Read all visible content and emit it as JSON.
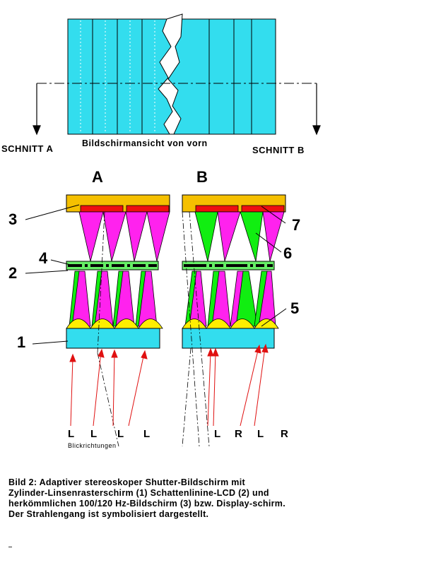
{
  "screen_view_label": "Bildschirmansicht von vorn",
  "section_a_label": "SCHNITT  A",
  "section_b_label": "SCHNITT  B",
  "panel_a_label": "A",
  "panel_b_label": "B",
  "part_numbers": {
    "n1": "1",
    "n2": "2",
    "n3": "3",
    "n4": "4",
    "n5": "5",
    "n6": "6",
    "n7": "7"
  },
  "view_directions_a": [
    "L",
    "L",
    "L",
    "L"
  ],
  "view_directions_b": [
    "L",
    "R",
    "L",
    "R"
  ],
  "view_directions_caption": "Blickrichtungen",
  "caption_lines": [
    "Bild 2: Adaptiver stereoskoper Shutter-Bildschirm mit",
    "Zylinder-Linsenrasterschirm (1) Schattenlinine-LCD (2) und",
    "herkömmlichen 100/120 Hz-Bildschirm (3) bzw. Display-schirm.",
    "Der Strahlengang ist symbolisiert dargestellt."
  ],
  "colors": {
    "screen": "#33ddee",
    "display": "#f5c000",
    "pixel": "#ee1010",
    "magenta": "#ff22ee",
    "green": "#11ee11",
    "lens": "#ffee00",
    "lcd": "#66ee66",
    "ray": "#e01010"
  }
}
